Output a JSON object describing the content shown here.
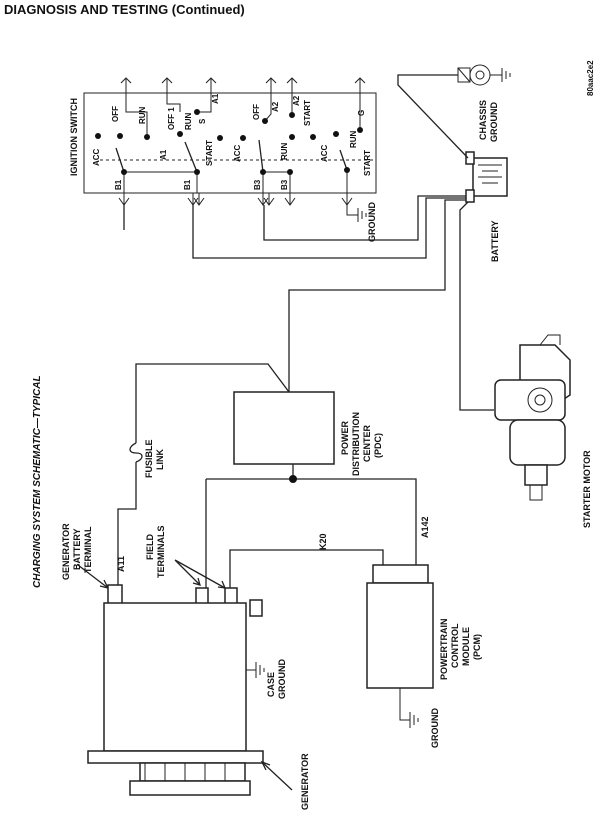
{
  "header": {
    "title": "DIAGNOSIS AND TESTING (Continued)"
  },
  "figure": {
    "caption": "CHARGING SYSTEM SCHEMATIC—TYPICAL",
    "code": "80aac2e2"
  },
  "ignition_switch": {
    "title": "IGNITION SWITCH",
    "top_labels": [
      "OFF",
      "RUN",
      "OFF 1",
      "RUN",
      "S",
      "A1",
      "OFF",
      "A2",
      "A2",
      "START",
      "RUN",
      "G"
    ],
    "mid_labels": [
      "ACC",
      "A1",
      "START",
      "ACC",
      "RUN",
      "ACC",
      "START"
    ],
    "bottom_labels": [
      "B1",
      "B1",
      "B3",
      "B3"
    ]
  },
  "labels": {
    "ground_switch": "GROUND",
    "chassis_ground_1": "CHASSIS",
    "chassis_ground_2": "GROUND",
    "battery": "BATTERY",
    "starter_motor": "STARTER MOTOR",
    "pdc_1": "POWER",
    "pdc_2": "DISTRIBUTION",
    "pdc_3": "CENTER",
    "pdc_4": "(PDC)",
    "fusible_1": "FUSIBLE",
    "fusible_2": "LINK",
    "gen_batt_1": "GENERATOR",
    "gen_batt_2": "BATTERY",
    "gen_batt_3": "TERMINAL",
    "wire_a11": "A11",
    "field_1": "FIELD",
    "field_2": "TERMINALS",
    "wire_k20": "K20",
    "wire_a142": "A142",
    "case_ground_1": "CASE",
    "case_ground_2": "GROUND",
    "pcm_1": "POWERTRAIN",
    "pcm_2": "CONTROL",
    "pcm_3": "MODULE",
    "pcm_4": "(PCM)",
    "ground_pcm": "GROUND",
    "generator": "GENERATOR"
  }
}
